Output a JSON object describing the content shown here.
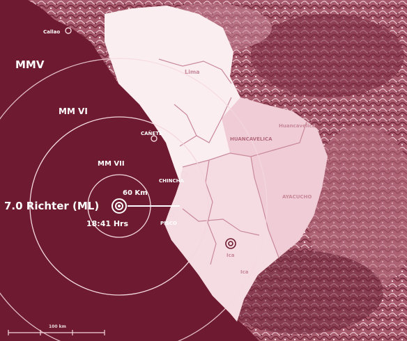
{
  "colors": {
    "ocean": "#6e1a30",
    "land_pale": "#fbeef1",
    "land_tint": "#f0ccd6",
    "terrain": "#9a4a5e",
    "ring": "#f4d8df",
    "boundary": "#c98a9a"
  },
  "intensity_zones": {
    "outer": "MMV",
    "middle": "MM VI",
    "inner": "MM VII"
  },
  "epicenter": {
    "magnitude": "7.0 Richter (ML)",
    "distance": "60 Km",
    "time": "18:41 Hrs"
  },
  "places": {
    "callao": "Callao",
    "canete": "CAÑETE",
    "chincha": "CHINCHA",
    "pisco": "PISCO",
    "ica": "Ica",
    "ica_region": "Ica"
  },
  "regions": {
    "north": "Lima",
    "huancavelica": "Huancavelica",
    "central": "HUANCAVELICA",
    "ayacucho": "AYACUCHO"
  },
  "scale_bar": {
    "label": "100 km"
  }
}
